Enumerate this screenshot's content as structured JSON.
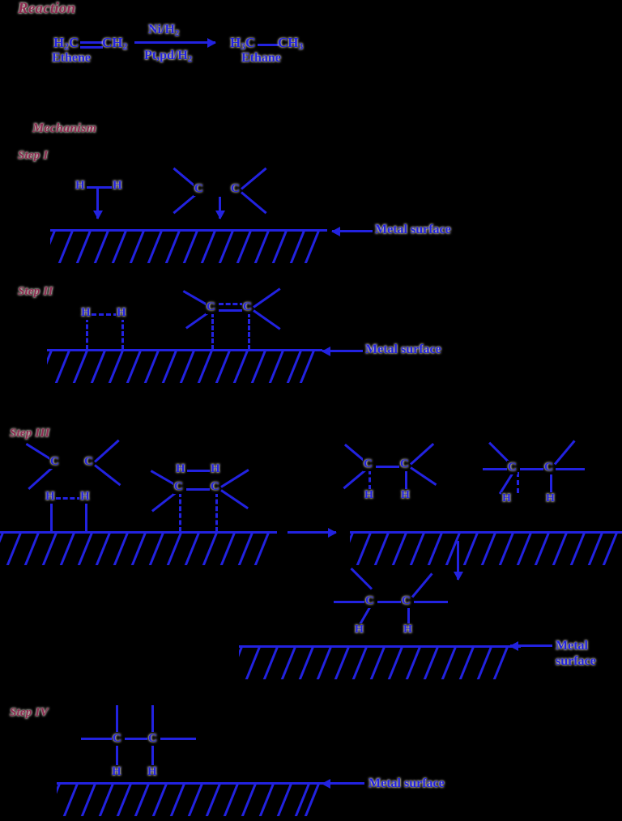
{
  "page": {
    "title": "Catalytic Hydrogenation of Ethene",
    "background_color": "#000000",
    "heading_color": "#8e2b52",
    "chem_color": "#2222e0"
  },
  "reaction": {
    "heading": "Reaction",
    "reactant_formula_a": "H",
    "reactant_formula_sub_a": "2",
    "reactant_formula_b": "C",
    "reactant_right_a": "CH",
    "reactant_right_sub": "2",
    "reactant_name": "Ethene",
    "condition_above": "Ni/H",
    "condition_above_sub": "2",
    "condition_below": "Pt,pd/H",
    "condition_below_sub": "2",
    "product_left": "H",
    "product_left_sub": "3",
    "product_left_c": "C",
    "product_right": "CH",
    "product_right_sub": "3",
    "product_name": "Ethane"
  },
  "mechanism": {
    "heading": "Mechanism",
    "steps": [
      {
        "label": "Step I"
      },
      {
        "label": "Step II"
      },
      {
        "label": "Step III"
      },
      {
        "label": "Step IV"
      }
    ]
  },
  "labels": {
    "metal_surface": "Metal surface",
    "metal_surface_line1": "Metal",
    "metal_surface_line2": "surface"
  },
  "atoms": {
    "H": "H",
    "C": "C"
  },
  "chart_data": {
    "type": "diagram",
    "title": "Catalytic Hydrogenation of Ethene on Metal Surface",
    "overall_reaction": {
      "reactant": "H2C=CH2 (Ethene)",
      "catalyst_conditions": [
        "Ni/H2",
        "Pt,pd/H2"
      ],
      "product": "H3C-CH3 (Ethane)"
    },
    "steps": [
      {
        "label": "Step I",
        "description": "H-H molecule and ethene (C=C) approach the metal surface; arrows point down toward the surface.",
        "species": [
          "H-H",
          "C=C"
        ],
        "surfaces": 1,
        "annotations": [
          "Metal surface"
        ]
      },
      {
        "label": "Step II",
        "description": "H-H and C=C adsorb onto the metal surface; bonds to the surface shown as dashed lines and the H---H bond weakens.",
        "species": [
          "H---H adsorbed",
          "C=C adsorbed"
        ],
        "surfaces": 1,
        "annotations": [
          "Metal surface"
        ]
      },
      {
        "label": "Step III",
        "description": "Adsorbed hydrogen atoms transfer one at a time to the adsorbed carbons; a transition arrow leads to the half-hydrogenated and fully hydrogenated species.",
        "species": [
          "C=C over H---H adsorbed",
          "H-H over adsorbed C-C",
          "C-C with two H added",
          "C-C with H on each carbon"
        ],
        "surfaces": 3,
        "annotations": [
          "Metal surface",
          "Metal surface"
        ]
      },
      {
        "label": "Step IV",
        "description": "The fully hydrogenated ethane molecule desorbs from the metal surface.",
        "species": [
          "H3C-CH3 bound through two H to surface"
        ],
        "surfaces": 1,
        "annotations": [
          "Metal surface"
        ]
      }
    ]
  }
}
